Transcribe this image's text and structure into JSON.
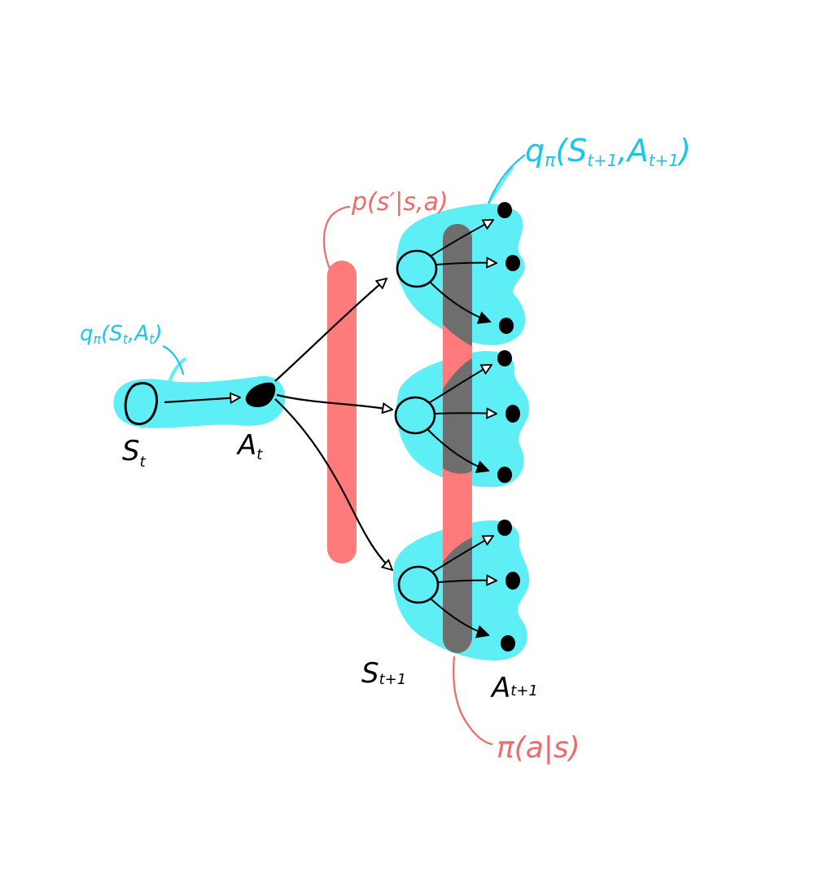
{
  "colors": {
    "highlight": "#5eeef6",
    "red": "#f06a6a",
    "red_bar": "#ff7b7b",
    "gray_bar": "#6e6e6e",
    "ink": "#000000"
  },
  "labels": {
    "s_t": {
      "main": "S",
      "sub": "t"
    },
    "a_t": {
      "main": "A",
      "sub": "t"
    },
    "s_t1": {
      "main": "S",
      "sub": "t+1"
    },
    "a_t1": {
      "main": "A",
      "sub": "t+1"
    },
    "transition": {
      "text": "p(s′|s,a)"
    },
    "policy": {
      "text": "π(a|s)"
    },
    "q_current": {
      "main": "q",
      "pi": "π",
      "args": "(S",
      "s_sub": "t",
      "comma": ",A",
      "a_sub": "t",
      "close": ")"
    },
    "q_next": {
      "main": "q",
      "pi": "π",
      "args": "(S",
      "s_sub": "t+1",
      "comma": ",A",
      "a_sub": "t+1",
      "close": ")"
    }
  }
}
